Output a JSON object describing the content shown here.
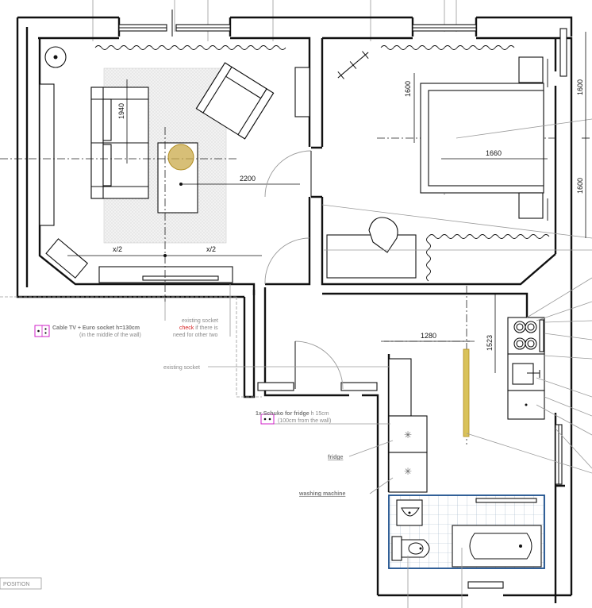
{
  "annotations": {
    "cable_tv_socket": "Cable TV + Euro socket h=130cm",
    "cable_tv_socket_note": "(in the middle of the wall)",
    "existing_socket_1": "existing socket",
    "check_word": "check",
    "check_rest": " if there is",
    "need_other": "need for other two",
    "existing_socket_2": "existing socket",
    "fridge_schuko_bold": "1x Schuko for fridge",
    "fridge_schuko_h": " h 15cm",
    "fridge_schuko_note": "(100cm from the wall)",
    "fridge": "fridge",
    "washing_machine": "washing machine",
    "position_box": "POSITION"
  },
  "dimensions": {
    "sofa_height": "1940",
    "living_width": "2200",
    "half_left": "x/2",
    "half_right": "x/2",
    "bed_length": "1600",
    "bed_width": "1660",
    "right_upper": "1600",
    "right_lower": "1600",
    "kitchen_width": "1280",
    "kitchen_depth": "1523"
  },
  "colors": {
    "wall": "#111111",
    "leader": "#9a9a9a",
    "socket_marker": "#d020c8",
    "light_fixture": "#c9a94a",
    "check_text": "#d62424",
    "bathroom_frame": "#1c4f8c"
  }
}
